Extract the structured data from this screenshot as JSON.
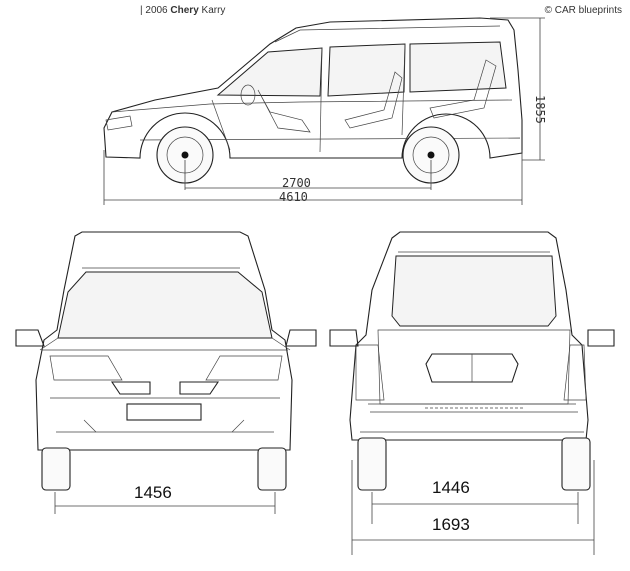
{
  "header": {
    "prefix": "| 2006 ",
    "make": "Chery",
    "model": " Karry",
    "credit": "© CAR blueprints"
  },
  "dimensions": {
    "wheelbase": "2700",
    "length": "4610",
    "height": "1855",
    "front_track": "1456",
    "rear_track": "1446",
    "width": "1693"
  }
}
